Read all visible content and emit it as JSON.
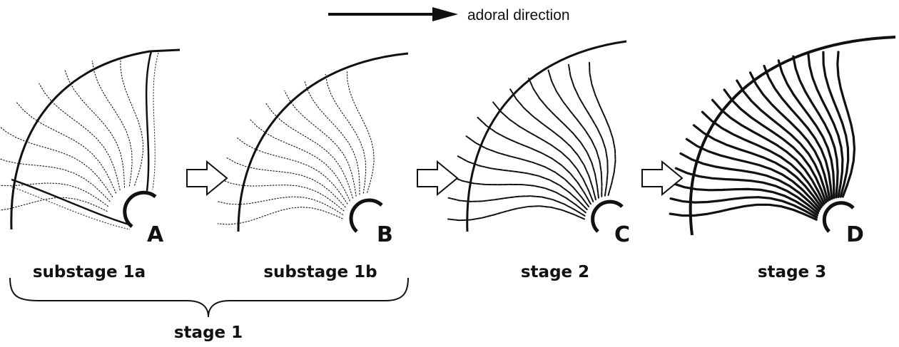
{
  "header": {
    "direction_label": "adoral direction"
  },
  "panels": [
    {
      "letter": "A",
      "caption": "substage 1a",
      "rib_count": 9,
      "rib_style": "faint"
    },
    {
      "letter": "B",
      "caption": "substage 1b",
      "rib_count": 11,
      "rib_style": "faint"
    },
    {
      "letter": "C",
      "caption": "stage 2",
      "rib_count": 12,
      "rib_style": "medium"
    },
    {
      "letter": "D",
      "caption": "stage 3",
      "rib_count": 18,
      "rib_style": "strong"
    }
  ],
  "group": {
    "caption": "stage 1"
  },
  "colors": {
    "ink": "#111111",
    "background": "#ffffff"
  }
}
